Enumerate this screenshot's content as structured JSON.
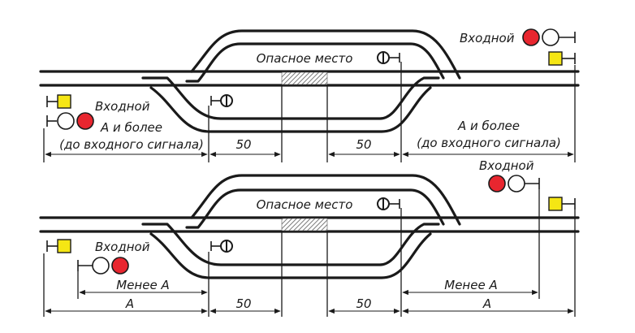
{
  "colors": {
    "track": "#1a1a1a",
    "signal_red": "#e8262f",
    "signal_white": "#ffffff",
    "signal_yellow": "#f5e614",
    "danger_hatch": "#7a7a7a"
  },
  "top_scheme": {
    "danger_zone_label": "Опасное место",
    "left_entry_signal_label": "Входной",
    "right_entry_signal_label": "Входной",
    "left_distance_label_line1": "А и более",
    "left_distance_label_line2": "(до входного сигнала)",
    "right_distance_label_line1": "А и более",
    "right_distance_label_line2": "(до входного сигнала)",
    "left_gap_label": "50",
    "right_gap_label": "50"
  },
  "bottom_scheme": {
    "danger_zone_label": "Опасное место",
    "left_entry_signal_label": "Входной",
    "right_entry_signal_label": "Входной",
    "left_less_label": "Менее А",
    "left_a_label": "А",
    "right_less_label": "Менее А",
    "right_a_label": "А",
    "left_gap_label": "50",
    "right_gap_label": "50"
  }
}
